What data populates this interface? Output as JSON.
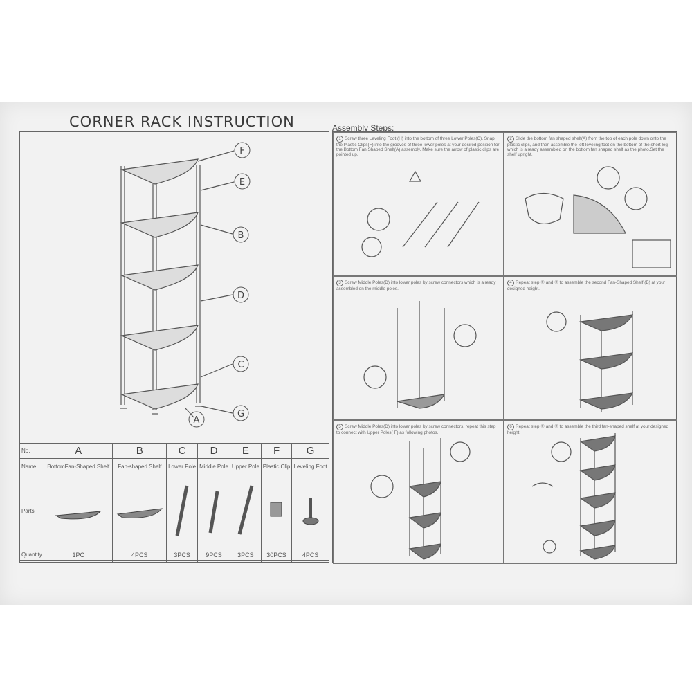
{
  "title": "CORNER RACK INSTRUCTION",
  "assembly_title": "Assembly Steps:",
  "callouts": [
    "F",
    "E",
    "B",
    "D",
    "C",
    "G",
    "A"
  ],
  "table": {
    "row_labels": {
      "no": "No.",
      "name": "Name",
      "parts": "Parts",
      "quantity": "Quantity"
    },
    "columns": [
      {
        "letter": "A",
        "name": "BottomFan-Shaped Shelf",
        "qty": "1PC"
      },
      {
        "letter": "B",
        "name": "Fan-shaped Shelf",
        "qty": "4PCS"
      },
      {
        "letter": "C",
        "name": "Lower Pole",
        "qty": "3PCS"
      },
      {
        "letter": "D",
        "name": "Middle Pole",
        "qty": "9PCS"
      },
      {
        "letter": "E",
        "name": "Upper Pole",
        "qty": "3PCS"
      },
      {
        "letter": "F",
        "name": "Plastic Clip",
        "qty": "30PCS"
      },
      {
        "letter": "G",
        "name": "Leveling Foot",
        "qty": "4PCS"
      }
    ]
  },
  "steps": [
    {
      "num": "1",
      "text": "Screw three Leveling Foot (H) into the bottom of three Lower Poles(C). Snap the Plastic Clips(F) into the grooves of three lower poles at your desired position for the Bottom Fan Shaped Shelf(A) assembly. Make sure the arrow of plastic clips are pointed up."
    },
    {
      "num": "2",
      "text": "Slide the bottom fan shaped shelf(A) from the top of each pole down onto the plastic clips, and then assemble the left leveling foot on the bottom of the short leg which is already assembled on the bottom fan shaped shelf as the photo.Set the shelf upright."
    },
    {
      "num": "3",
      "text": "Screw Middle Poles(D) into lower poles by screw connectors which is already assembled on the middle poles."
    },
    {
      "num": "4",
      "text": "Repeat step ① and ② to assemble the second Fan-Shaped Shelf (B) at your designed height."
    },
    {
      "num": "5",
      "text": "Screw Middle Poles(D) into lower poles by screw connectors, repeat this step to connect with Upper Poles( F) as following photos."
    },
    {
      "num": "6",
      "text": "Repeat step ① and ② to assemble the third fan-shaped shelf at your designed height."
    }
  ]
}
